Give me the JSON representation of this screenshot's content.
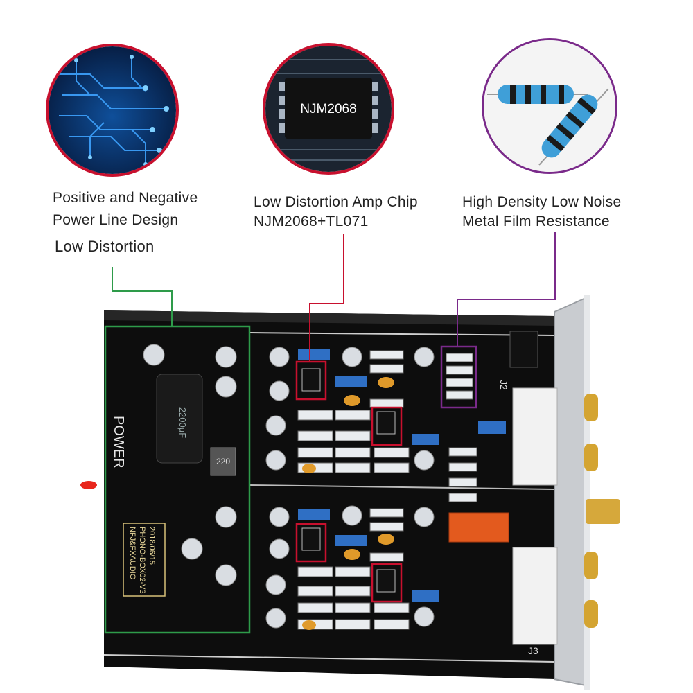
{
  "features": [
    {
      "id": "power",
      "lines": [
        "Positive and Negative",
        "Power Line Design"
      ],
      "extra": "Low Distortion",
      "color": "#2e9b4a"
    },
    {
      "id": "chip",
      "lines": [
        "Low Distortion Amp Chip",
        "NJM2068+TL071"
      ],
      "chip_label": "NJM2068",
      "color": "#c8102e"
    },
    {
      "id": "resistor",
      "lines": [
        "High Density Low Noise",
        "Metal Film Resistance"
      ],
      "color": "#7a2a8a"
    }
  ],
  "board": {
    "power_label": "POWER",
    "silk_lines": [
      "NFJ&FXAUDIO",
      "PHONO-BOX02-V3",
      "2018/06/15"
    ],
    "capacitor_text": "2200μF",
    "inductor_text": "220",
    "jack_label_top": "J2",
    "jack_label_bottom": "J3"
  }
}
